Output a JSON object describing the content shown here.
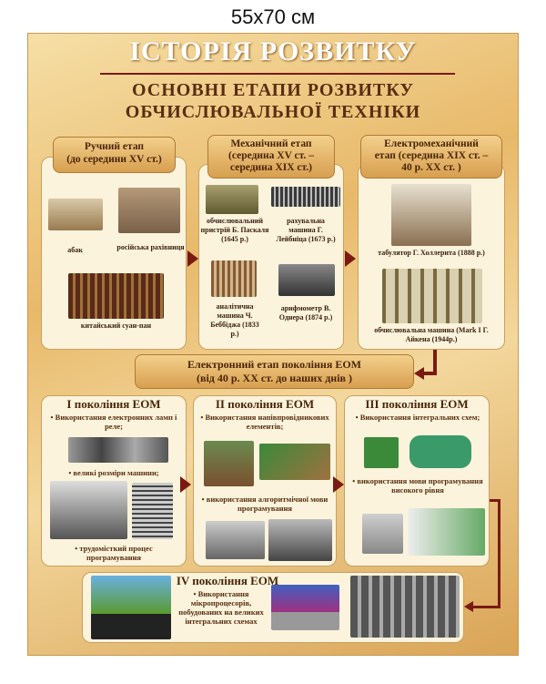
{
  "size_label": "55x70 см",
  "title": "ІСТОРІЯ РОЗВИТКУ",
  "subtitle_1": "ОСНОВНІ ЕТАПИ РОЗВИТКУ",
  "subtitle_2": "ОБЧИСЛЮВАЛЬНОЇ ТЕХНІКИ",
  "stages": [
    {
      "header": [
        "Ручний етап",
        "(до середини XV ст.)"
      ],
      "items": [
        "абак",
        "російська рахівниця",
        "китайський суан-пан"
      ]
    },
    {
      "header": [
        "Механічний етап",
        "(середина XV ст. –",
        "середина XIX ст.)"
      ],
      "items": [
        "обчислювальний пристрій Б. Паскаля (1645 р.)",
        "рахувальна машина Г. Лейбніца (1673 р.)",
        "аналітична машина Ч. Беббіджа (1833 р.)",
        "арифмометр В. Однера (1874 р.)"
      ]
    },
    {
      "header": [
        "Електромеханічний",
        "етап (середина XIX ст. –",
        "40 р. XX ст. )"
      ],
      "items": [
        "табулятор Г. Холлерита (1888 р.)",
        "обчислювальна машина (Mark I Г. Айкена (1944р.)"
      ]
    }
  ],
  "electronic": [
    "Електронний етап покоління ЕОМ",
    "(від 40 р. XX ст. до наших днів )"
  ],
  "generations": [
    {
      "title": "І покоління ЕОМ",
      "points": [
        "• Використання електронних ламп і реле;",
        "• великі розміри машини;",
        "• трудомісткий процес програмування"
      ]
    },
    {
      "title": "ІІ покоління ЕОМ",
      "points": [
        "• Використання напівпровідникових елементів;",
        "• використання алгоритмічної мови програмування"
      ]
    },
    {
      "title": "ІІІ покоління ЕОМ",
      "points": [
        "• Використання інтегральних схем;",
        "• використання мови програмування високого рівня"
      ]
    },
    {
      "title": "IV покоління ЕОМ",
      "points": [
        "• Використання мікропроцесорів, побудованих на великих інтегральних схемах"
      ]
    }
  ],
  "colors": {
    "arrow": "#7a1a12",
    "panel": "#fbf3dc",
    "background": "#e8b96a"
  }
}
